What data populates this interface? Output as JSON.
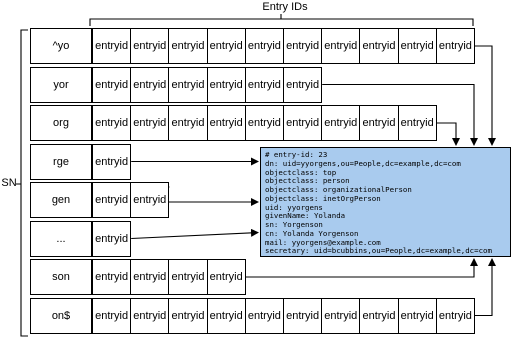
{
  "diagram": {
    "top_label": "Entry IDs",
    "side_label": "SN",
    "cell_label": "entryid",
    "rows": [
      {
        "key": "^yo",
        "entry_cells": 10
      },
      {
        "key": "yor",
        "entry_cells": 6
      },
      {
        "key": "org",
        "entry_cells": 9
      },
      {
        "key": "rge",
        "entry_cells": 1
      },
      {
        "key": "gen",
        "entry_cells": 2
      },
      {
        "key": "...",
        "entry_cells": 1
      },
      {
        "key": "son",
        "entry_cells": 4
      },
      {
        "key": "on$",
        "entry_cells": 10
      }
    ],
    "entry": {
      "lines": [
        "# entry-id: 23",
        "dn: uid=yyorgens,ou=People,dc=example,dc=com",
        "objectclass: top",
        "objectclass: person",
        "objectclass: organizationalPerson",
        "objectclass: inetOrgPerson",
        "uid: yyorgens",
        "givenName: Yolanda",
        "sn: Yorgenson",
        "cn: Yolanda Yorgenson",
        "mail: yyorgens@example.com",
        "secretary: uid=bcubbins,ou=People,dc=example,dc=com"
      ]
    },
    "colors": {
      "entry_fill": "#a9cbee",
      "line": "#000000"
    }
  }
}
